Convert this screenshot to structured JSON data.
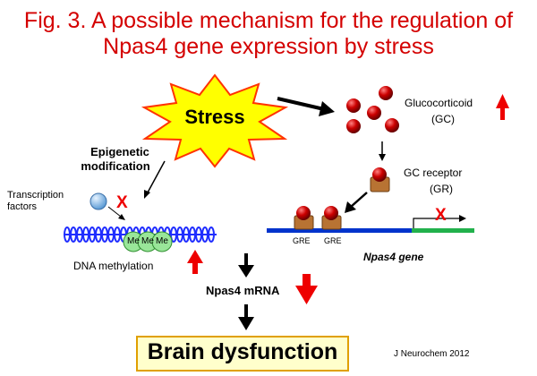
{
  "title": {
    "line1": "Fig. 3. A possible mechanism for the regulation of",
    "line2": "Npas4 gene expression by stress"
  },
  "labels": {
    "stress": "Stress",
    "glucocorticoid": "Glucocorticoid",
    "gc_abbrev": "(GC)",
    "epigenetic_line1": "Epigenetic",
    "epigenetic_line2": "modification",
    "transcription_line1": "Transcription",
    "transcription_line2": "factors",
    "gc_receptor": "GC receptor",
    "gr_abbrev": "(GR)",
    "me": "Me",
    "dna_methylation": "DNA methylation",
    "gre": "GRE",
    "npas4_gene": "Npas4 gene",
    "npas4_mrna": "Npas4 mRNA",
    "brain_dysfunction": "Brain dysfunction",
    "citation": "J Neurochem 2012",
    "block_mark": "X"
  },
  "indicators": {
    "glucocorticoid": "up",
    "dna_methylation": "up",
    "npas4_mrna": "down"
  },
  "colors": {
    "title": "#d40000",
    "burst_fill": "#ffff00",
    "burst_stroke": "#ff3300",
    "molecule": "#cc0000",
    "receptor": "#b87333",
    "dna_strand": "#1f2dff",
    "methyl": "#99e699",
    "tf_circle": "#8fc0f0",
    "gene_promoter": "#0033cc",
    "gene_coding": "#22b14c",
    "up_arrow": "#ee0000",
    "down_arrow": "#ee0000",
    "box_fill": "#ffffcc",
    "box_border": "#e0a000"
  }
}
